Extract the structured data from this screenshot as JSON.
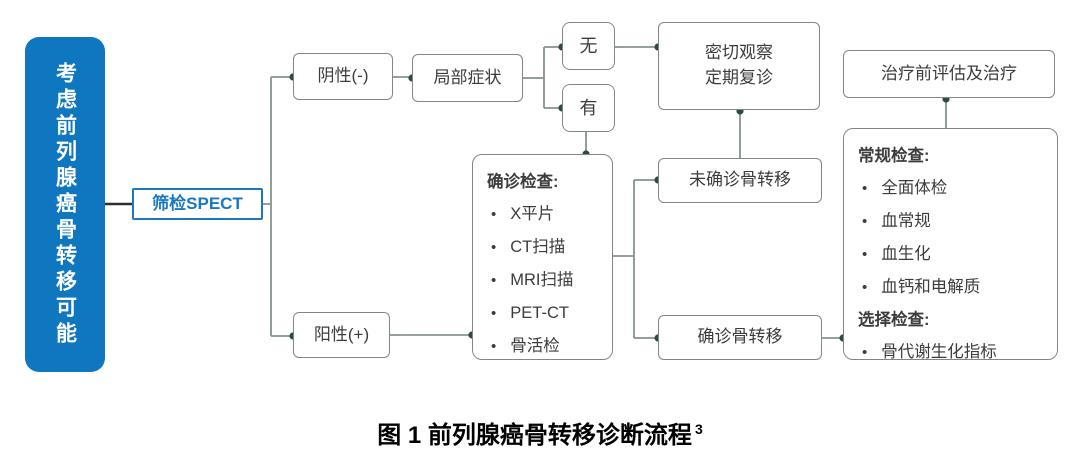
{
  "colors": {
    "accent_blue": "#0f77c0",
    "spect_blue": "#1a78c2",
    "connector_green": "#84958b",
    "junction_dot": "#2c4d3b",
    "dark_link": "#2e2e2e",
    "box_border": "#858585",
    "text_dark": "#3c3c3c"
  },
  "nodes": {
    "root": {
      "label": "考虑前列腺癌骨转移可能"
    },
    "screening": {
      "label": "筛检SPECT"
    },
    "negative": {
      "label": "阴性(-)"
    },
    "local_symptoms": {
      "label": "局部症状"
    },
    "no": {
      "label": "无"
    },
    "yes": {
      "label": "有"
    },
    "observation": {
      "line1": "密切观察",
      "line2": "定期复诊"
    },
    "pretreatment": {
      "label": "治疗前评估及治疗"
    },
    "confirm_exam": {
      "heading": "确诊检查:",
      "items": [
        "X平片",
        "CT扫描",
        "MRI扫描",
        "PET-CT",
        "骨活检"
      ]
    },
    "not_confirmed": {
      "label": "未确诊骨转移"
    },
    "confirmed": {
      "label": "确诊骨转移"
    },
    "positive": {
      "label": "阳性(+)"
    },
    "routine_exam": {
      "heading_routine": "常规检查:",
      "routine_items": [
        "全面体检",
        "血常规",
        "血生化",
        "血钙和电解质"
      ],
      "heading_optional": "选择检查:",
      "optional_items": [
        "骨代谢生化指标"
      ]
    }
  },
  "caption": {
    "text": "图 1 前列腺癌骨转移诊断流程",
    "superscript": "3"
  }
}
